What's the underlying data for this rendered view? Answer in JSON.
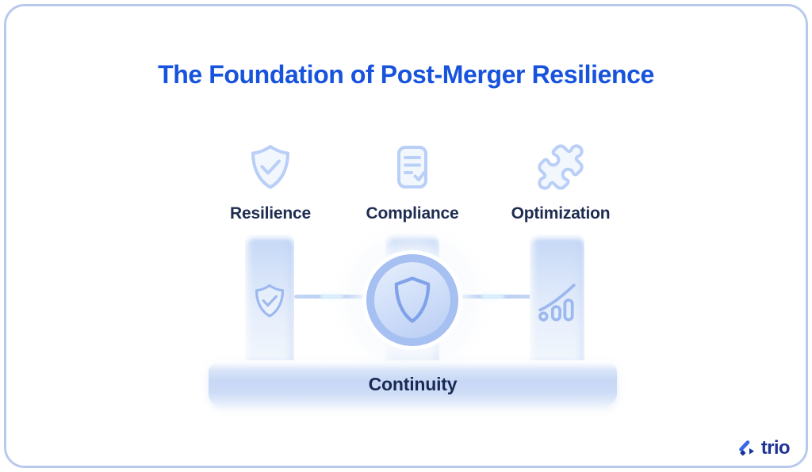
{
  "page": {
    "title": "The Foundation of Post-Merger Resilience"
  },
  "columns": [
    {
      "label": "Resilience",
      "icon": "shield-check-icon"
    },
    {
      "label": "Compliance",
      "icon": "document-check-icon"
    },
    {
      "label": "Optimization",
      "icon": "puzzle-icon"
    }
  ],
  "diagram": {
    "center_icon": "shield-icon",
    "left_pillar_icon": "shield-check-icon",
    "right_pillar_icon": "growth-chart-icon",
    "base_label": "Continuity"
  },
  "brand": {
    "name": "trio",
    "logomark": "trio-logomark-icon"
  },
  "colors": {
    "title_blue": "#1753dc",
    "heading_navy": "#1e2c50",
    "base_label_navy": "#192a55",
    "light_icon_blue": "#b9cff7",
    "pillar_icon_blue": "#9cb9ef",
    "ring_blue": "#a6c0f2",
    "center_shield_blue": "#7fa2ea",
    "connector_blue": "#bcd2f3",
    "frame_border_blue": "#b9c9ee",
    "logo_navy": "#1f3394",
    "logo_slash_blue": "#3a66e8"
  }
}
